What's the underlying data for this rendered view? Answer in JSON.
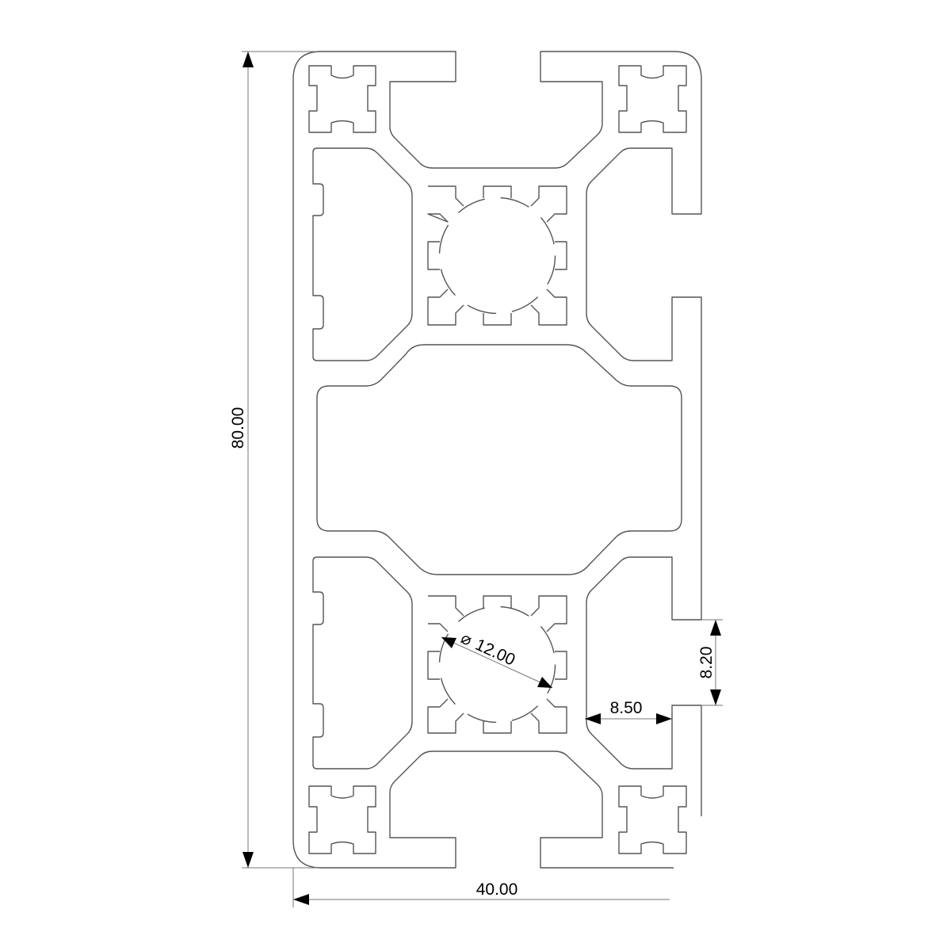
{
  "drawing": {
    "title": "40x80 aluminium extrusion profile cross-section",
    "dimensions": {
      "height": "80.00",
      "width": "40.00",
      "slot_opening": "8.20",
      "slot_depth": "8.50",
      "diameter_symbol": "⌀",
      "core_diameter": "12.00"
    },
    "colors": {
      "line": "#555555",
      "text": "#000000",
      "background": "#ffffff"
    }
  }
}
